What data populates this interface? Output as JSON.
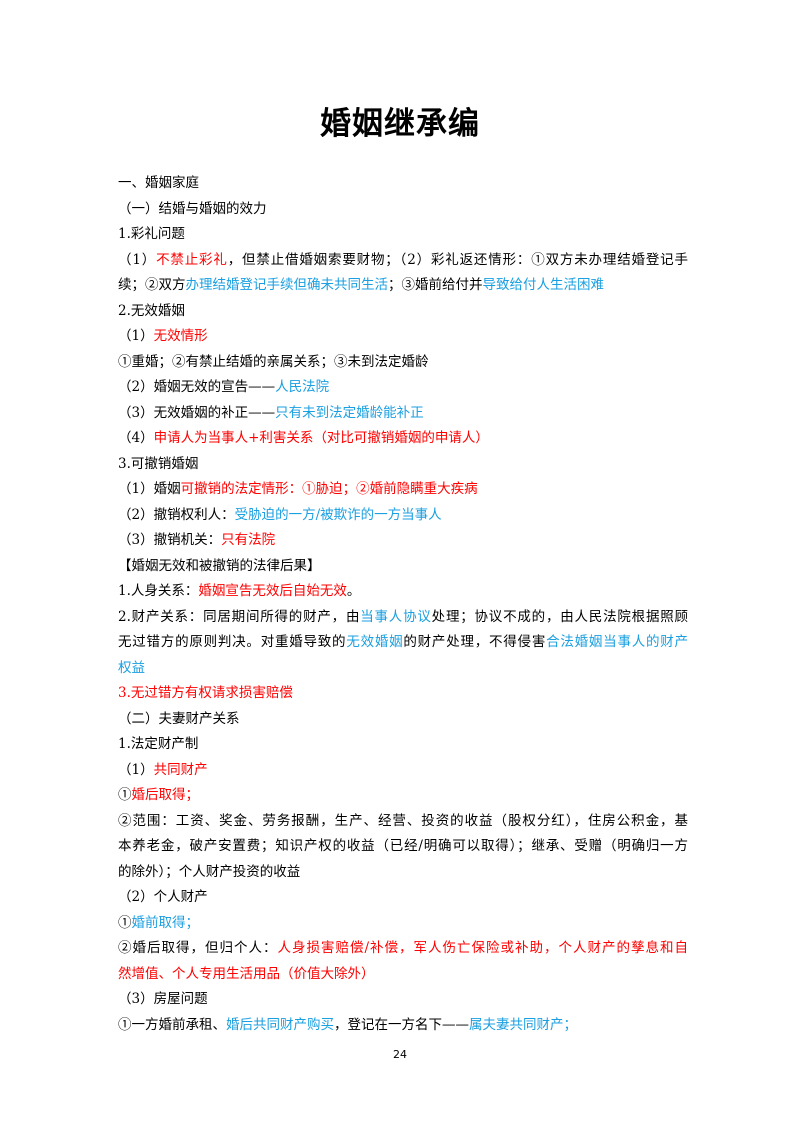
{
  "title": "婚姻继承编",
  "page_number": "24",
  "lines": [
    [
      {
        "t": "一、婚姻家庭",
        "c": ""
      }
    ],
    [
      {
        "t": "（一）结婚与婚姻的效力",
        "c": ""
      }
    ],
    [
      {
        "t": "1.彩礼问题",
        "c": ""
      }
    ],
    [
      {
        "t": "（1）",
        "c": ""
      },
      {
        "t": "不禁止彩礼",
        "c": "red"
      },
      {
        "t": "，但禁止借婚姻索要财物；（2）彩礼返还情形：①双方未办理结婚登记手",
        "c": ""
      }
    ],
    [
      {
        "t": "续；②双方",
        "c": ""
      },
      {
        "t": "办理结婚登记手续但确未共同生活",
        "c": "blue"
      },
      {
        "t": "；③婚前给付并",
        "c": ""
      },
      {
        "t": "导致给付人生活困难",
        "c": "blue"
      }
    ],
    [
      {
        "t": "2.无效婚姻",
        "c": ""
      }
    ],
    [
      {
        "t": "（1）",
        "c": ""
      },
      {
        "t": "无效情形",
        "c": "red"
      }
    ],
    [
      {
        "t": "①重婚；②有禁止结婚的亲属关系；③未到法定婚龄",
        "c": ""
      }
    ],
    [
      {
        "t": "（2）婚姻无效的宣告——",
        "c": ""
      },
      {
        "t": "人民法院",
        "c": "blue"
      }
    ],
    [
      {
        "t": "（3）无效婚姻的补正——",
        "c": ""
      },
      {
        "t": "只有未到法定婚龄能补正",
        "c": "blue"
      }
    ],
    [
      {
        "t": "（4）",
        "c": ""
      },
      {
        "t": "申请人为当事人+利害关系（对比可撤销婚姻的申请人）",
        "c": "red"
      }
    ],
    [
      {
        "t": "3.可撤销婚姻",
        "c": ""
      }
    ],
    [
      {
        "t": "（1）婚姻",
        "c": ""
      },
      {
        "t": "可撤销的法定情形：①胁迫；②婚前隐瞒重大疾病",
        "c": "red"
      }
    ],
    [
      {
        "t": "（2）撤销权利人：",
        "c": ""
      },
      {
        "t": "受胁迫的一方/被欺诈的一方当事人",
        "c": "blue"
      }
    ],
    [
      {
        "t": "（3）撤销机关：",
        "c": ""
      },
      {
        "t": "只有法院",
        "c": "red"
      }
    ],
    [
      {
        "t": "【婚姻无效和被撤销的法律后果】",
        "c": ""
      }
    ],
    [
      {
        "t": "1.人身关系：",
        "c": ""
      },
      {
        "t": "婚姻宣告无效后自始无效",
        "c": "red"
      },
      {
        "t": "。",
        "c": ""
      }
    ],
    [
      {
        "t": "2.财产关系：同居期间所得的财产，由",
        "c": ""
      },
      {
        "t": "当事人协议",
        "c": "blue"
      },
      {
        "t": "处理；协议不成的，由人民法院根据照顾",
        "c": ""
      }
    ],
    [
      {
        "t": "无过错方的原则判决。对重婚导致的",
        "c": ""
      },
      {
        "t": "无效婚姻",
        "c": "blue"
      },
      {
        "t": "的财产处理，不得侵害",
        "c": ""
      },
      {
        "t": "合法婚姻当事人的财产",
        "c": "blue"
      }
    ],
    [
      {
        "t": "权益",
        "c": "blue"
      }
    ],
    [
      {
        "t": "3.无过错方有权请求损害赔偿",
        "c": "red"
      }
    ],
    [
      {
        "t": "（二）夫妻财产关系",
        "c": ""
      }
    ],
    [
      {
        "t": "1.法定财产制",
        "c": ""
      }
    ],
    [
      {
        "t": "（1）",
        "c": ""
      },
      {
        "t": "共同财产",
        "c": "red"
      }
    ],
    [
      {
        "t": "①",
        "c": ""
      },
      {
        "t": "婚后取得；",
        "c": "red"
      }
    ],
    [
      {
        "t": "②范围：工资、奖金、劳务报酬，生产、经营、投资的收益（股权分红），住房公积金，基",
        "c": ""
      }
    ],
    [
      {
        "t": "本养老金，破产安置费；知识产权的收益（已经/明确可以取得）；继承、受赠（明确归一方",
        "c": ""
      }
    ],
    [
      {
        "t": "的除外）；个人财产投资的收益",
        "c": ""
      }
    ],
    [
      {
        "t": "（2）个人财产",
        "c": ""
      }
    ],
    [
      {
        "t": "①",
        "c": ""
      },
      {
        "t": "婚前取得；",
        "c": "blue"
      }
    ],
    [
      {
        "t": "②婚后取得，但归个人：",
        "c": ""
      },
      {
        "t": "人身损害赔偿/补偿，军人伤亡保险或补助，个人财产的孳息和自",
        "c": "red"
      }
    ],
    [
      {
        "t": "然增值、个人专用生活用品（价值大除外）",
        "c": "red"
      }
    ],
    [
      {
        "t": "（3）房屋问题",
        "c": ""
      }
    ],
    [
      {
        "t": "①一方婚前承租、",
        "c": ""
      },
      {
        "t": "婚后共同财产购买",
        "c": "blue"
      },
      {
        "t": "，登记在一方名下——",
        "c": ""
      },
      {
        "t": "属夫妻共同财产；",
        "c": "blue"
      }
    ]
  ]
}
